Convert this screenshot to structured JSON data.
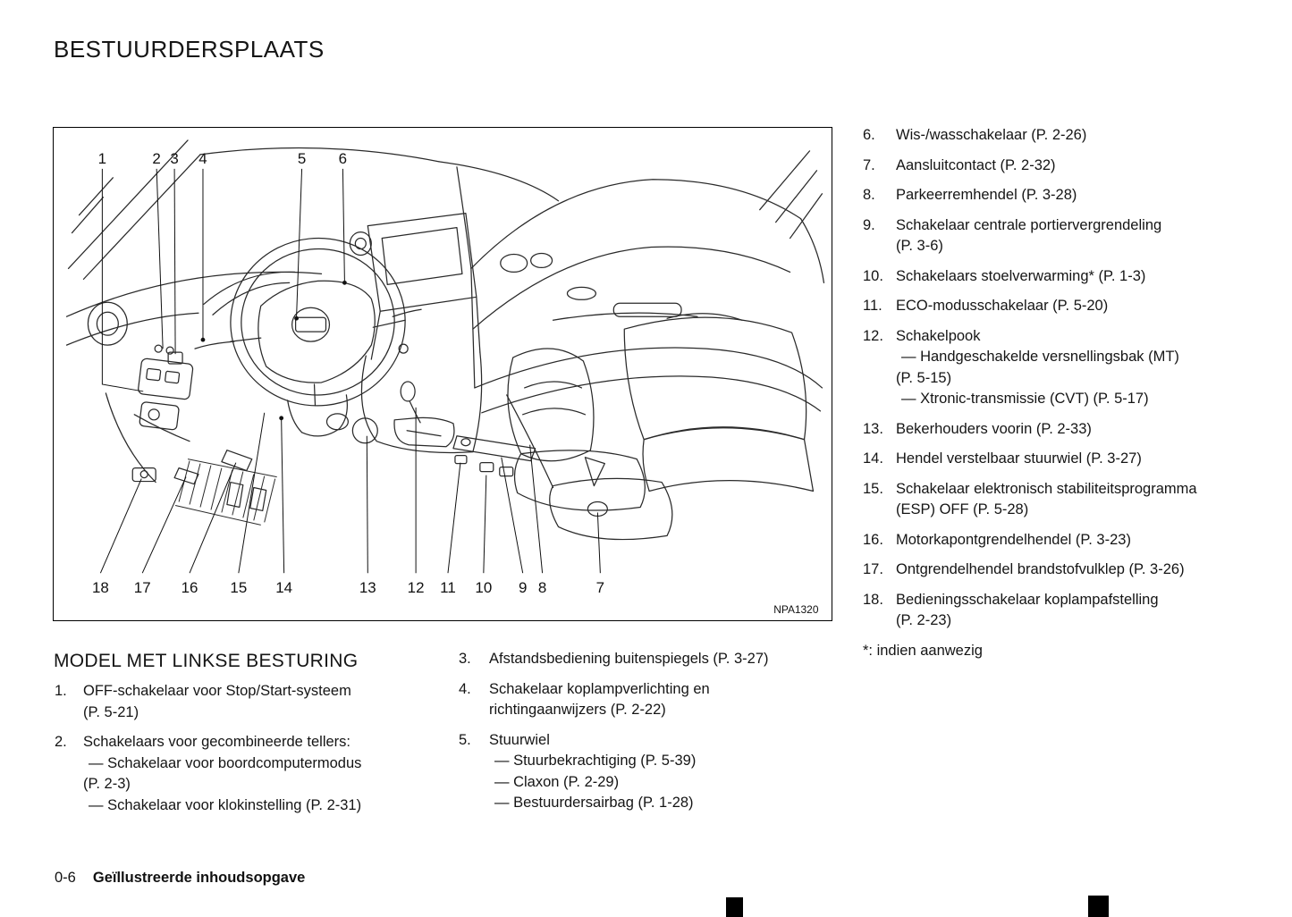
{
  "header": {
    "title": "BESTUURDERSPLAATS"
  },
  "diagram": {
    "image_code": "NPA1320",
    "top_callouts": [
      "1",
      "2",
      "3",
      "4",
      "5",
      "6"
    ],
    "bottom_callouts": [
      "18",
      "17",
      "16",
      "15",
      "14",
      "13",
      "12",
      "11",
      "10",
      "9",
      "8",
      "7"
    ]
  },
  "legend": {
    "subtitle": "MODEL MET LINKSE BESTURING",
    "footnote": "*: indien aanwezig",
    "left": [
      {
        "num": "1.",
        "lines": [
          "OFF-schakelaar voor Stop/Start-systeem",
          "(P. 5-21)"
        ]
      },
      {
        "num": "2.",
        "lines": [
          "Schakelaars voor gecombineerde tellers:",
          "— Schakelaar voor boordcomputermodus",
          "(P. 2-3)",
          "— Schakelaar voor klokinstelling (P. 2-31)"
        ]
      }
    ],
    "middle": [
      {
        "num": "3.",
        "lines": [
          "Afstandsbediening buitenspiegels (P. 3-27)"
        ]
      },
      {
        "num": "4.",
        "lines": [
          "Schakelaar koplampverlichting en",
          "richtingaanwijzers (P. 2-22)"
        ]
      },
      {
        "num": "5.",
        "lines": [
          "Stuurwiel",
          "— Stuurbekrachtiging (P. 5-39)",
          "— Claxon (P. 2-29)",
          "— Bestuurdersairbag (P. 1-28)"
        ]
      }
    ],
    "right": [
      {
        "num": "6.",
        "lines": [
          "Wis-/wasschakelaar (P. 2-26)"
        ]
      },
      {
        "num": "7.",
        "lines": [
          "Aansluitcontact (P. 2-32)"
        ]
      },
      {
        "num": "8.",
        "lines": [
          "Parkeerremhendel (P. 3-28)"
        ]
      },
      {
        "num": "9.",
        "lines": [
          "Schakelaar centrale portiervergrendeling",
          "(P. 3-6)"
        ]
      },
      {
        "num": "10.",
        "lines": [
          "Schakelaars stoelverwarming* (P. 1-3)"
        ]
      },
      {
        "num": "11.",
        "lines": [
          "ECO-modusschakelaar (P. 5-20)"
        ]
      },
      {
        "num": "12.",
        "lines": [
          "Schakelpook",
          "— Handgeschakelde versnellingsbak (MT)",
          "(P. 5-15)",
          "— Xtronic-transmissie (CVT) (P. 5-17)"
        ]
      },
      {
        "num": "13.",
        "lines": [
          "Bekerhouders voorin (P. 2-33)"
        ]
      },
      {
        "num": "14.",
        "lines": [
          "Hendel verstelbaar stuurwiel (P. 3-27)"
        ]
      },
      {
        "num": "15.",
        "lines": [
          "Schakelaar elektronisch stabiliteitsprogramma",
          "(ESP) OFF (P. 5-28)"
        ]
      },
      {
        "num": "16.",
        "lines": [
          "Motorkapontgrendelhendel (P. 3-23)"
        ]
      },
      {
        "num": "17.",
        "lines": [
          "Ontgrendelhendel brandstofvulklep (P. 3-26)"
        ]
      },
      {
        "num": "18.",
        "lines": [
          "Bedieningsschakelaar koplampafstelling",
          "(P. 2-23)"
        ]
      }
    ]
  },
  "footer": {
    "page_number": "0-6",
    "section_title": "Geïllustreerde inhoudsopgave"
  }
}
